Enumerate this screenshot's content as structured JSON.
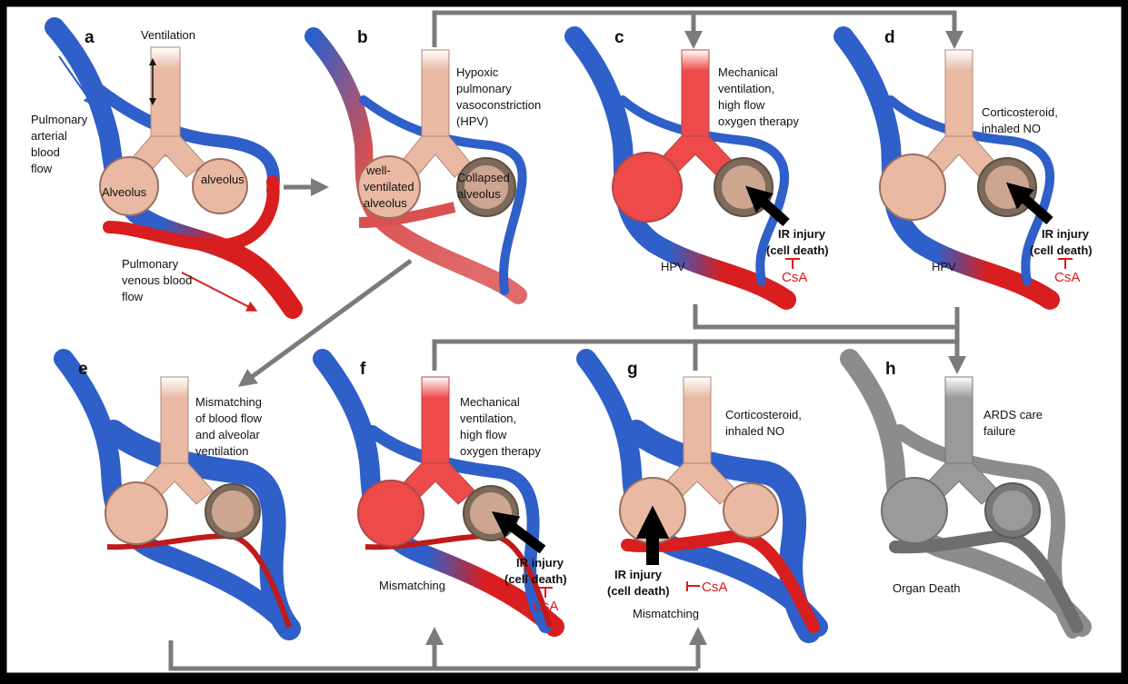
{
  "colors": {
    "arterial": "#2f5fc8",
    "venous": "#d81e1e",
    "alveolus": "#e9b9a3",
    "collapsed": "#7d6a5a",
    "arrow_grey": "#7b7b7b",
    "failure_grey": "#8c8c8c",
    "inhibitor_red": "#e01818"
  },
  "panels": {
    "a": {
      "letter": "a",
      "ventilation": "Ventilation",
      "pulmonary_arterial": [
        "Pulmonary",
        "arterial",
        "blood",
        "flow"
      ],
      "alveolus_left": "Alveolus",
      "alveolus_right": "alveolus",
      "pulmonary_venous": [
        "Pulmonary",
        "venous blood",
        "flow"
      ]
    },
    "b": {
      "letter": "b",
      "caption": [
        "Hypoxic",
        "pulmonary",
        "vasoconstriction",
        "(HPV)"
      ],
      "left_alveolus": [
        "well-",
        "ventilated",
        "alveolus"
      ],
      "right_alveolus": [
        "Collapsed",
        "alveolus"
      ]
    },
    "c": {
      "letter": "c",
      "caption": [
        "Mechanical",
        "ventilation,",
        "high flow",
        "oxygen therapy"
      ],
      "injury": [
        "IR injury",
        "(cell death)"
      ],
      "inhibitor": "CsA",
      "bottom": "HPV"
    },
    "d": {
      "letter": "d",
      "caption": [
        "Corticosteroid,",
        "inhaled NO"
      ],
      "injury": [
        "IR injury",
        "(cell death)"
      ],
      "inhibitor": "CsA",
      "bottom": "HPV"
    },
    "e": {
      "letter": "e",
      "caption": [
        "Mismatching",
        "of blood flow",
        "and alveolar",
        "ventilation"
      ]
    },
    "f": {
      "letter": "f",
      "caption": [
        "Mechanical",
        "ventilation,",
        "high flow",
        "oxygen therapy"
      ],
      "injury": [
        "IR injury",
        "(cell death)"
      ],
      "inhibitor": "CsA",
      "bottom": "Mismatching"
    },
    "g": {
      "letter": "g",
      "caption": [
        "Corticosteroid,",
        "inhaled NO"
      ],
      "injury": [
        "IR injury",
        "(cell death)"
      ],
      "inhibitor": "CsA",
      "bottom": "Mismatching"
    },
    "h": {
      "letter": "h",
      "caption": [
        "ARDS care",
        "failure"
      ],
      "bottom": "Organ Death"
    }
  }
}
